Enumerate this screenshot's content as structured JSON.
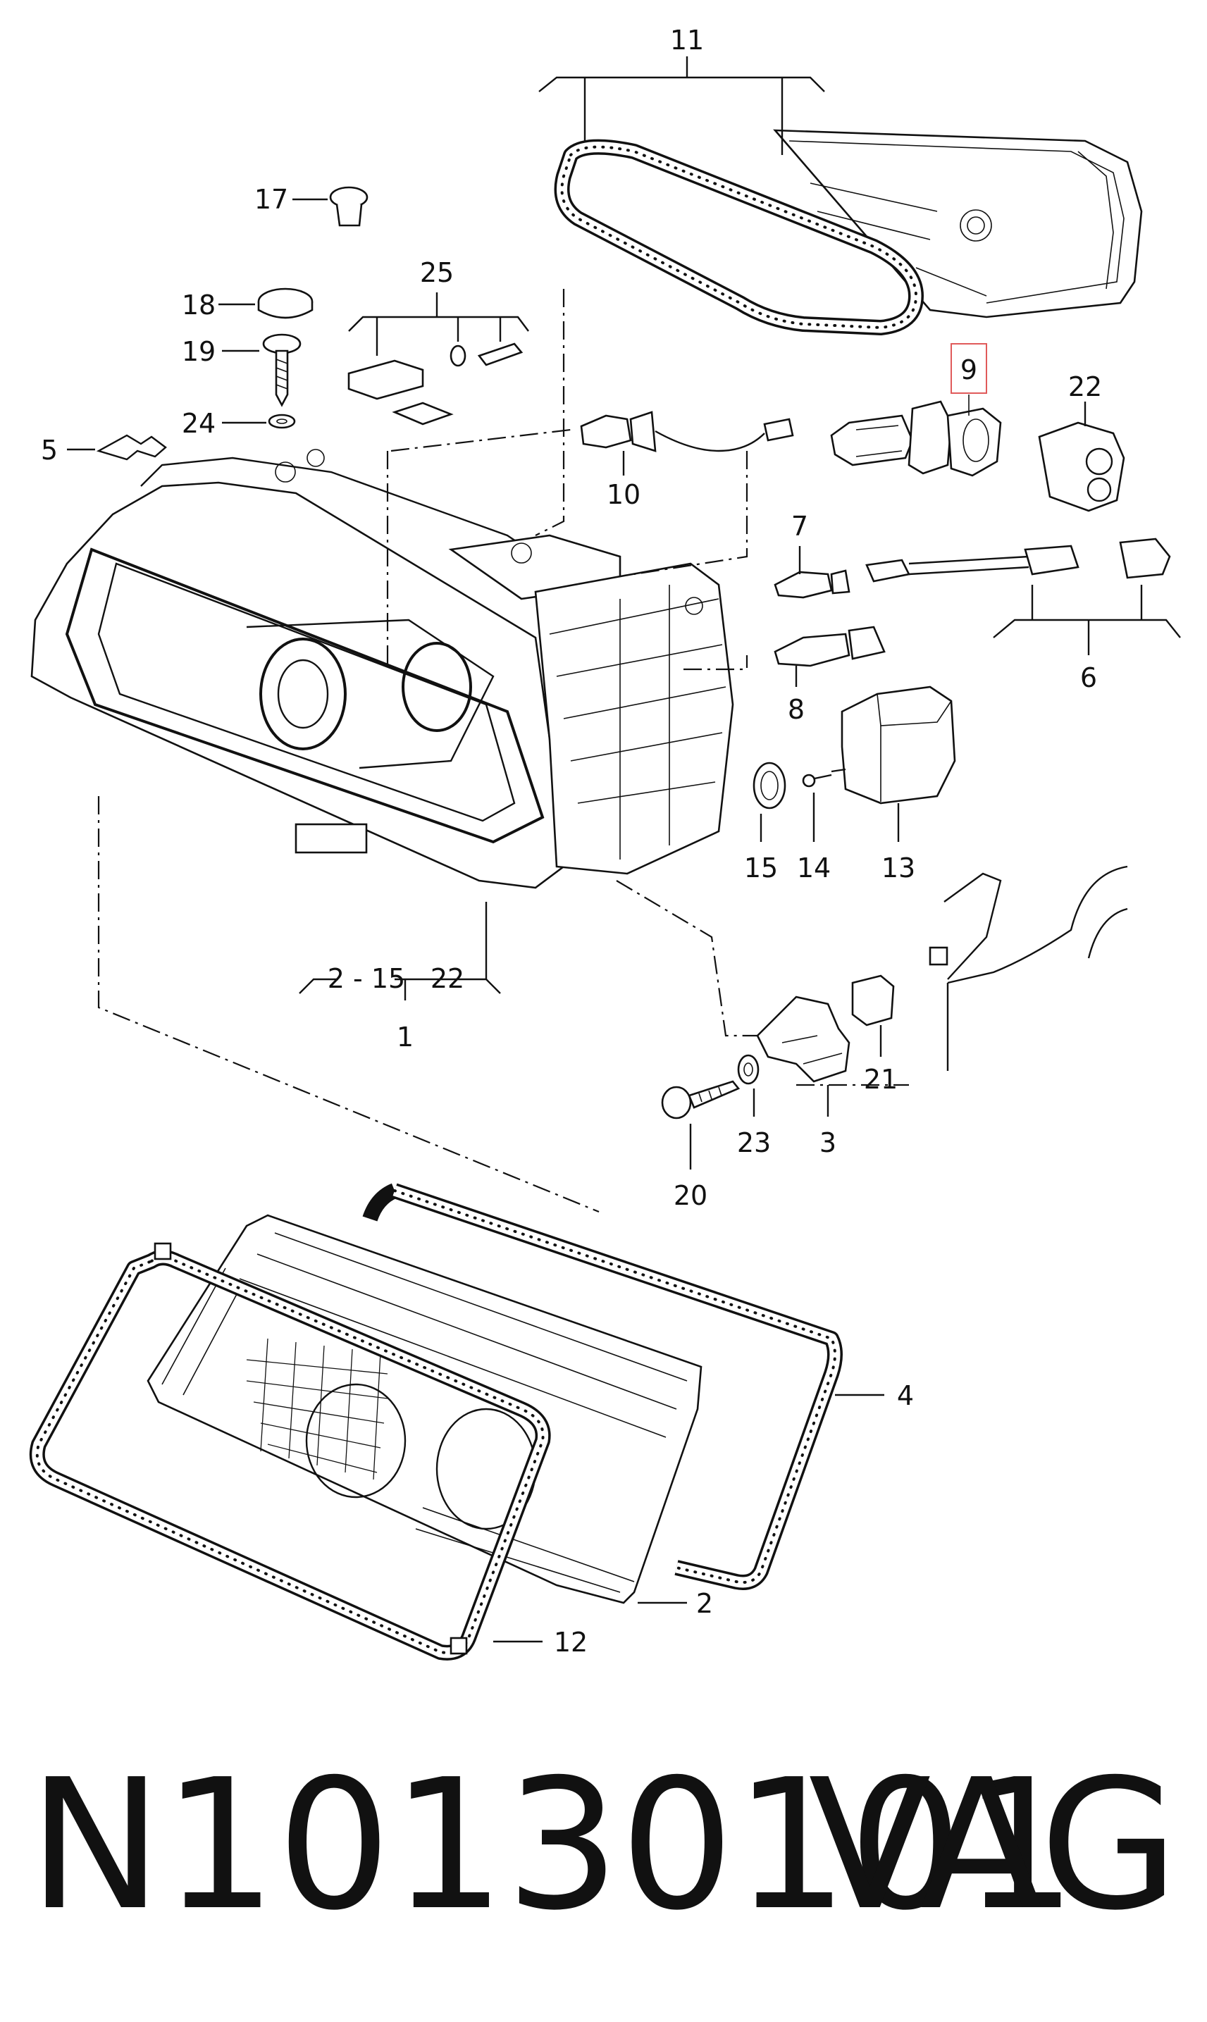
{
  "callouts": {
    "c11": "11",
    "c17": "17",
    "c25": "25",
    "c18": "18",
    "c19": "19",
    "c9": "9",
    "c22a": "22",
    "c24": "24",
    "c5": "5",
    "c10": "10",
    "c7": "7",
    "c6": "6",
    "c8": "8",
    "c15": "15",
    "c14": "14",
    "c13": "13",
    "c1range": "2 - 15",
    "c22b": "22",
    "c1": "1",
    "c21": "21",
    "c23": "23",
    "c3": "3",
    "c20": "20",
    "c4": "4",
    "c2": "2",
    "c12": "12"
  },
  "highlight": {
    "color": "#e05a5a",
    "callout": "9"
  },
  "footer": {
    "part_number": "N10130101",
    "brand": "VAG"
  }
}
